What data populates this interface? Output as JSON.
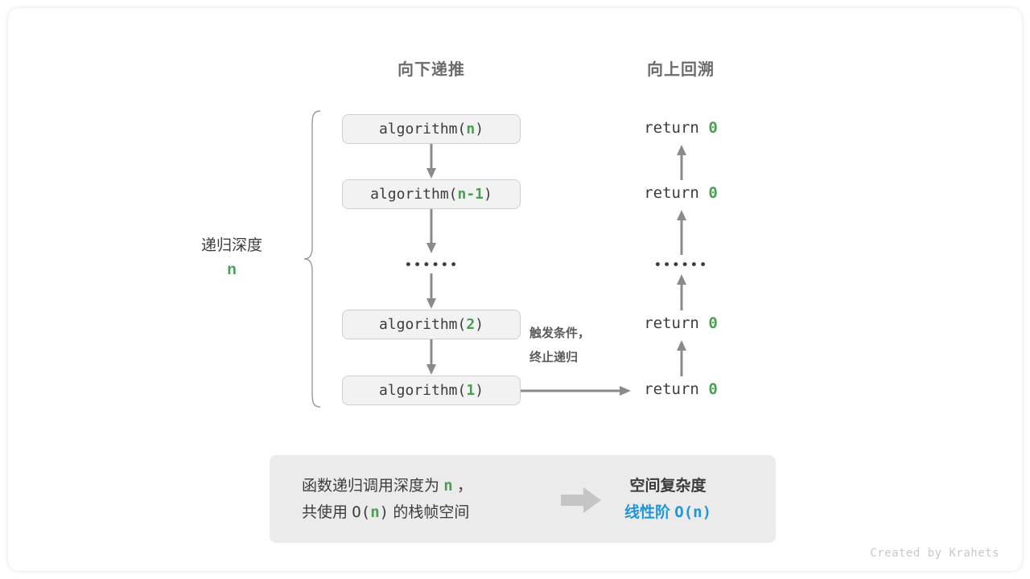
{
  "headers": {
    "down": "向下递推",
    "up": "向上回溯"
  },
  "side_label": {
    "title": "递归深度",
    "value": "n"
  },
  "calls": [
    {
      "name": "algorithm(",
      "arg": "n",
      "close": ")"
    },
    {
      "name": "algorithm(",
      "arg": "n-1",
      "close": ")"
    },
    {
      "name": "algorithm(",
      "arg": "2",
      "close": ")"
    },
    {
      "name": "algorithm(",
      "arg": "1",
      "close": ")"
    }
  ],
  "returns": [
    {
      "keyword": "return",
      "value": "0"
    },
    {
      "keyword": "return",
      "value": "0"
    },
    {
      "keyword": "return",
      "value": "0"
    },
    {
      "keyword": "return",
      "value": "0"
    }
  ],
  "ellipsis": "••••••",
  "note": {
    "line1": "触发条件，",
    "line2": "终止递归"
  },
  "summary": {
    "left_line1_a": "函数递归调用深度为",
    "left_line1_n": "n",
    "left_line1_b": "，",
    "left_line2_a": "共使用",
    "left_line2_o": "O(",
    "left_line2_n": "n",
    "left_line2_close": ")",
    "left_line2_b": "的栈帧空间",
    "right_line1": "空间复杂度",
    "right_line2_a": "线性阶",
    "right_line2_b": "O(n)"
  },
  "credit": "Created by Krahets",
  "colors": {
    "green": "#4a9e54",
    "blue": "#2196d9",
    "arrow": "#8a8a8a",
    "box_fill": "#f2f2f2",
    "box_border": "#cfcfcf",
    "summary_fill": "#ebebeb",
    "text": "#3c3c3c",
    "header_text": "#6b6b6b"
  }
}
